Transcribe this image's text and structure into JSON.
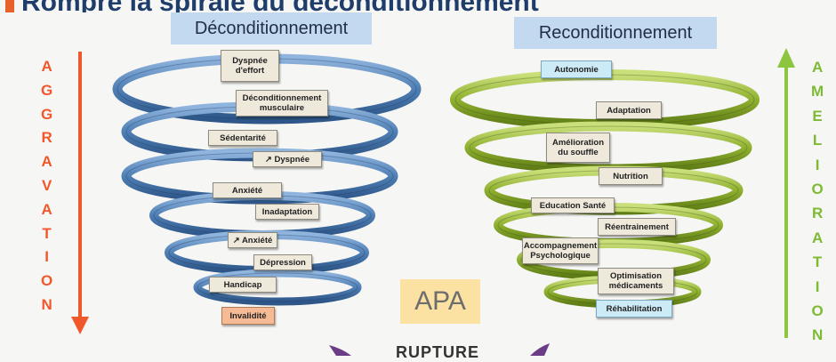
{
  "title": "Rompre la spirale du déconditionnement",
  "left_header": "Déconditionnement",
  "right_header": "Reconditionnement",
  "left_side_word": [
    "A",
    "G",
    "G",
    "R",
    "A",
    "V",
    "A",
    "T",
    "I",
    "O",
    "N"
  ],
  "right_side_word": [
    "A",
    "M",
    "E",
    "L",
    "I",
    "O",
    "R",
    "A",
    "T",
    "I",
    "O",
    "N"
  ],
  "center_label": "APA",
  "bottom_label": "RUPTURE",
  "colors": {
    "left_spiral": "#4f7fb5",
    "right_spiral": "#8fb02f",
    "aggravation": "#f0582b",
    "amelioration": "#8cc63f",
    "header_bg": "#c3d9f0"
  },
  "left_labels": [
    {
      "text": "Dyspnée d'effort",
      "style": "orange"
    },
    {
      "text": "Déconditionnement musculaire",
      "style": "normal"
    },
    {
      "text": "Sédentarité",
      "style": "normal"
    },
    {
      "text": "↗ Dyspnée",
      "style": "normal"
    },
    {
      "text": "Anxiété",
      "style": "normal"
    },
    {
      "text": "Inadaptation",
      "style": "normal"
    },
    {
      "text": "↗ Anxiété",
      "style": "normal"
    },
    {
      "text": "Dépression",
      "style": "normal"
    },
    {
      "text": "Handicap",
      "style": "normal"
    },
    {
      "text": "Invalidité",
      "style": "orange"
    }
  ],
  "right_labels": [
    {
      "text": "Autonomie",
      "style": "blue"
    },
    {
      "text": "Adaptation",
      "style": "normal"
    },
    {
      "text": "Amélioration du souffle",
      "style": "normal"
    },
    {
      "text": "Nutrition",
      "style": "normal"
    },
    {
      "text": "Education Santé",
      "style": "normal"
    },
    {
      "text": "Réentrainement",
      "style": "normal"
    },
    {
      "text": "Accompagnement Psychologique",
      "style": "normal"
    },
    {
      "text": "Optimisation médicaments",
      "style": "normal"
    },
    {
      "text": "Réhabilitation",
      "style": "blue"
    }
  ]
}
